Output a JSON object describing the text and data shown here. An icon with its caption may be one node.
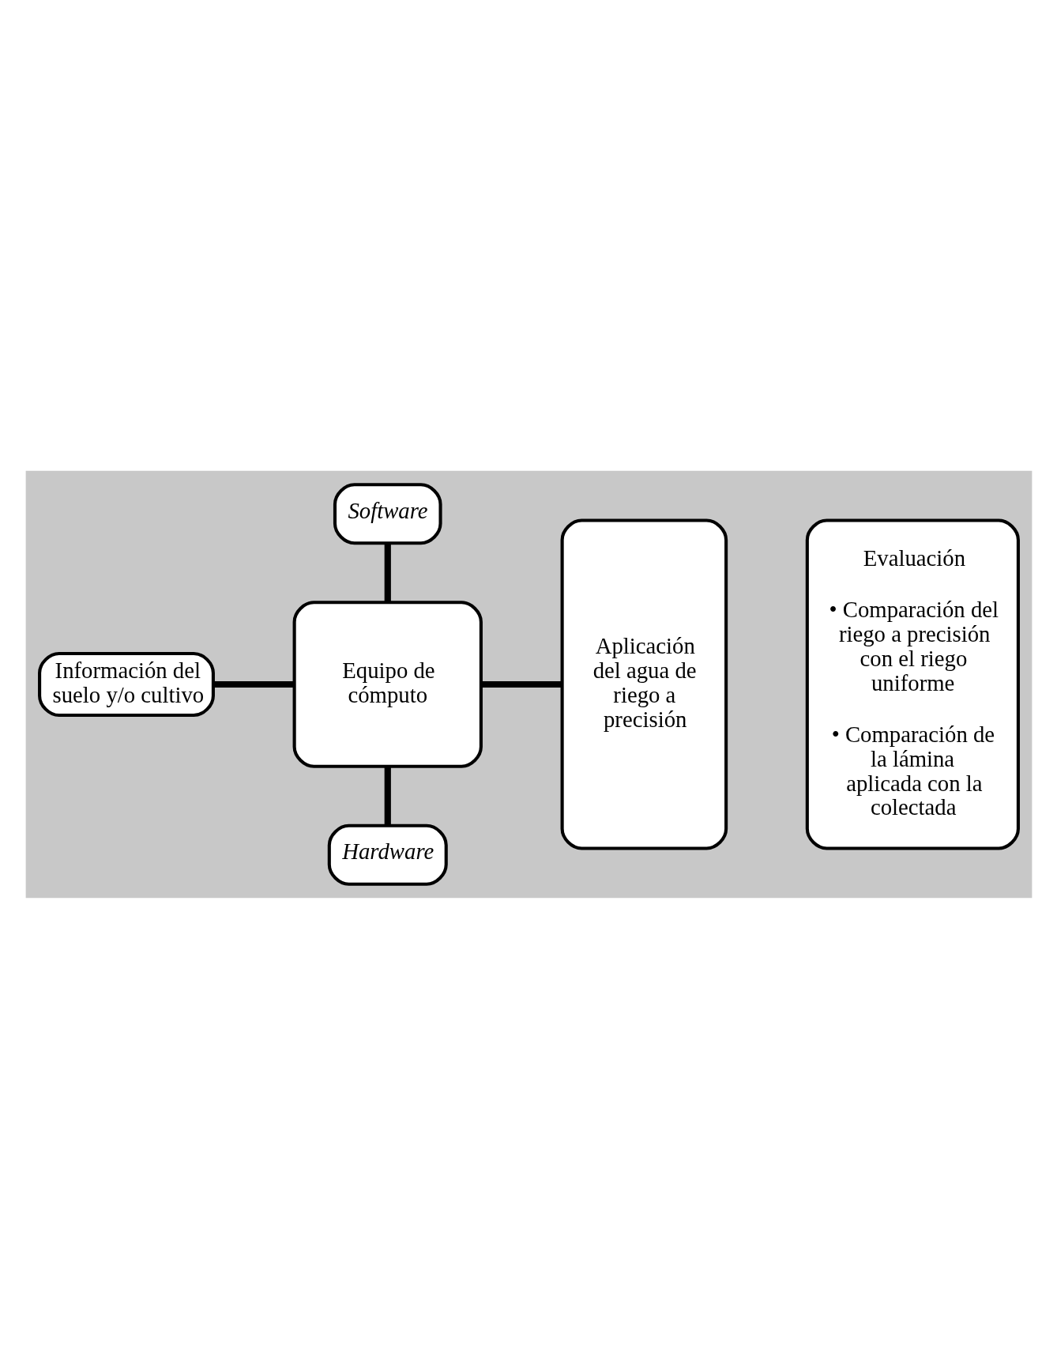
{
  "diagram": {
    "nodes": [
      {
        "text": [],
        "shape": "box"
      },
      {
        "text": [
          "Hardware"
        ],
        "in": 0
      },
      {
        "text": [
          "Información del suelo y/o cultivo"
        ],
        "in": 0
      },
      {
        "text": [
          "Equipo de cómputo"
        ],
        "in": 0
      },
      {
        "text": [
          "Software"
        ],
        "in": 0
      },
      {
        "text": [
          "Aplicación del agua de riego a precisión"
        ],
        "in": 0
      },
      {
        "text": [
          "Evaluación",
          "• Comparación del riego a precisión con el riego uniforme",
          "• Comparación de la lámina aplicada con la colectada"
        ],
        "in": 0
      }
    ],
    "edges": [
      {
        "from": 1,
        "to": 3,
        "arrow": "none"
      },
      {
        "from": 2,
        "to": 3,
        "arrow": "none"
      },
      {
        "from": 3,
        "to": 4,
        "arrow": "none"
      },
      {
        "from": 3,
        "to": 5,
        "arrow": "none"
      }
    ]
  }
}
